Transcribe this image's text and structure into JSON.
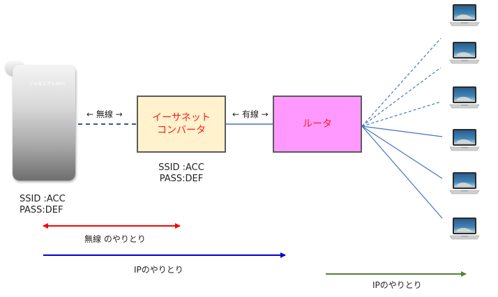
{
  "device": {
    "brand_text": "どんなときもWiFi",
    "ssid": "SSID :ACC",
    "pass": "PASS:DEF"
  },
  "converter": {
    "line1": "イーサネット",
    "line2": "コンバータ",
    "ssid": "SSID :ACC",
    "pass": "PASS:DEF",
    "fill": "#fff2cc"
  },
  "router": {
    "label": "ルータ",
    "fill": "#ff99ff"
  },
  "links": {
    "wireless": "← 無線 →",
    "wired": "← 有線 →"
  },
  "legend": {
    "wireless_exchange": "無線 のやりとり",
    "ip_exchange_left": "IPのやりとり",
    "ip_exchange_right": "IPのやりとり"
  },
  "colors": {
    "red_arrow": "#ff0000",
    "blue_arrow": "#0000cc",
    "green_arrow": "#548235",
    "link_line": "#4472c4",
    "wireless_dash": "#2e5597"
  },
  "laptops": [
    {
      "icon": "laptop-icon",
      "link": "dashed"
    },
    {
      "icon": "laptop-icon",
      "link": "dashed"
    },
    {
      "icon": "laptop-icon",
      "link": "dashed"
    },
    {
      "icon": "laptop-icon",
      "link": "solid"
    },
    {
      "icon": "laptop-icon",
      "link": "solid"
    },
    {
      "icon": "laptop-icon",
      "link": "solid"
    }
  ]
}
